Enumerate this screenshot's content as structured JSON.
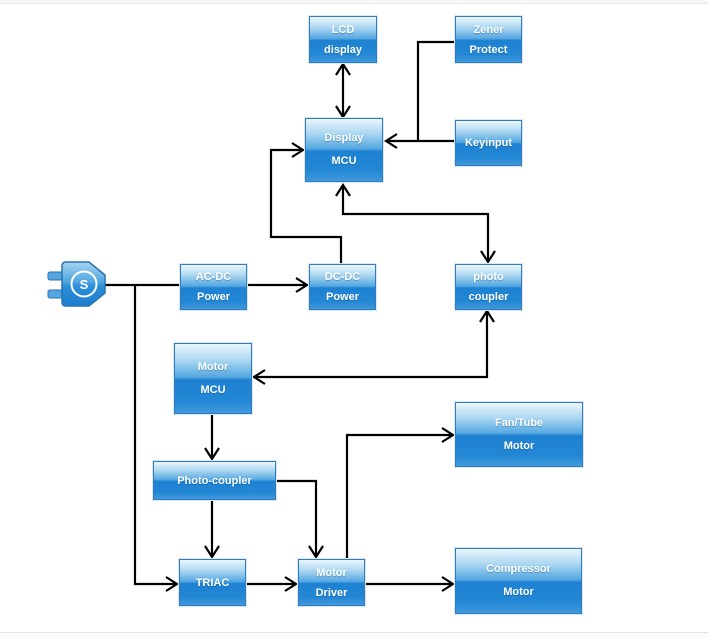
{
  "colors": {
    "box_gradient_top": "#eaf6fd",
    "box_gradient_mid": "#54a7e1",
    "box_gradient_deep": "#1e81d2",
    "box_border": "#3579b8",
    "box_text": "#ffffff",
    "wire": "#000000",
    "page_background": "#ffffff"
  },
  "plug": {
    "symbol": "S"
  },
  "nodes": {
    "lcd": {
      "line1": "LCD",
      "line2": "display"
    },
    "zener": {
      "line1": "Zener",
      "line2": "Protect"
    },
    "display_mcu": {
      "line1": "Display",
      "line2": "MCU"
    },
    "keyinput": {
      "line1": "Keyinput"
    },
    "acdc": {
      "line1": "AC-DC",
      "line2": "Power"
    },
    "dcdc": {
      "line1": "DC-DC",
      "line2": "Power"
    },
    "photo_r": {
      "line1": "photo",
      "line2": "coupler"
    },
    "motor_mcu": {
      "line1": "Motor",
      "line2": "MCU"
    },
    "photo_wide": {
      "line1": "Photo-coupler"
    },
    "triac": {
      "line1": "TRIAC"
    },
    "motor_driver": {
      "line1": "Motor",
      "line2": "Driver"
    },
    "fan": {
      "line1": "Fan/Tube",
      "line2": "Motor"
    },
    "compressor": {
      "line1": "Compressor",
      "line2": "Motor"
    }
  },
  "connections": [
    {
      "from": "power-plug",
      "to": "ac-dc-power",
      "direction": "line"
    },
    {
      "from": "ac-dc-power",
      "to": "dc-dc-power",
      "direction": "one-way"
    },
    {
      "from": "dc-dc-power",
      "to": "display-mcu",
      "direction": "one-way"
    },
    {
      "from": "lcd-display",
      "to": "display-mcu",
      "direction": "two-way"
    },
    {
      "from": "keyinput",
      "to": "display-mcu",
      "direction": "one-way"
    },
    {
      "from": "zener-protect",
      "to": "display-mcu",
      "direction": "one-way"
    },
    {
      "from": "display-mcu",
      "to": "photo-coupler",
      "direction": "two-way"
    },
    {
      "from": "photo-coupler",
      "to": "motor-mcu",
      "direction": "two-way"
    },
    {
      "from": "motor-mcu",
      "to": "photo-coupler-2",
      "direction": "one-way"
    },
    {
      "from": "photo-coupler-2",
      "to": "triac",
      "direction": "one-way"
    },
    {
      "from": "photo-coupler-2",
      "to": "motor-driver",
      "direction": "one-way"
    },
    {
      "from": "power-plug",
      "to": "triac",
      "direction": "one-way"
    },
    {
      "from": "triac",
      "to": "motor-driver",
      "direction": "one-way"
    },
    {
      "from": "motor-driver",
      "to": "fan-tube-motor",
      "direction": "one-way"
    },
    {
      "from": "motor-driver",
      "to": "compressor-motor",
      "direction": "one-way"
    }
  ]
}
